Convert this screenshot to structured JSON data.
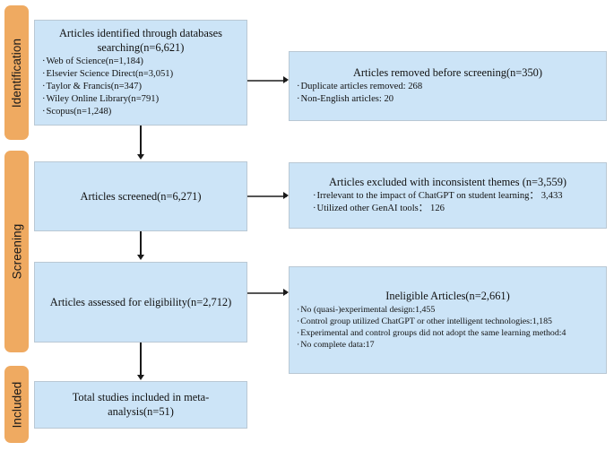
{
  "diagram": {
    "type": "prisma-flow-diagram",
    "colors": {
      "stage_pill": "#efaa61",
      "box_fill": "#cce4f7",
      "box_border": "#b9c8d4",
      "connector": "#1a1a1a",
      "background": "#ffffff"
    }
  },
  "stages": [
    {
      "label": "Identification"
    },
    {
      "label": "Screening"
    },
    {
      "label": "Included"
    }
  ],
  "boxes": {
    "identified": {
      "title_line1": "Articles identified through databases",
      "title_line2": "searching(n=6,621)",
      "items": [
        "Web of Science(n=1,184)",
        "Elsevier Science Direct(n=3,051)",
        "Taylor & Francis(n=347)",
        "Wiley Online Library(n=791)",
        "Scopus(n=1,248)"
      ]
    },
    "removed_before_screening": {
      "title": "Articles removed before screening(n=350)",
      "items": [
        "Duplicate articles removed: 268",
        "Non-English articles: 20"
      ]
    },
    "screened": {
      "title": "Articles screened(n=6,271)"
    },
    "excluded_inconsistent": {
      "title": "Articles excluded with inconsistent themes (n=3,559)",
      "items": [
        "Irrelevant to the impact of ChatGPT on student learning： 3,433",
        "Utilized other GenAI tools： 126"
      ]
    },
    "assessed_eligibility": {
      "title": "Articles assessed for eligibility(n=2,712)"
    },
    "ineligible": {
      "title": "Ineligible Articles(n=2,661)",
      "items": [
        "No (quasi-)experimental design:1,455",
        "Control group utilized ChatGPT or other intelligent technologies:1,185",
        "Experimental and control groups did not adopt the same learning method:4",
        "No complete data:17"
      ]
    },
    "included_total": {
      "title_line1": "Total studies included in meta-",
      "title_line2": "analysis(n=51)"
    }
  }
}
